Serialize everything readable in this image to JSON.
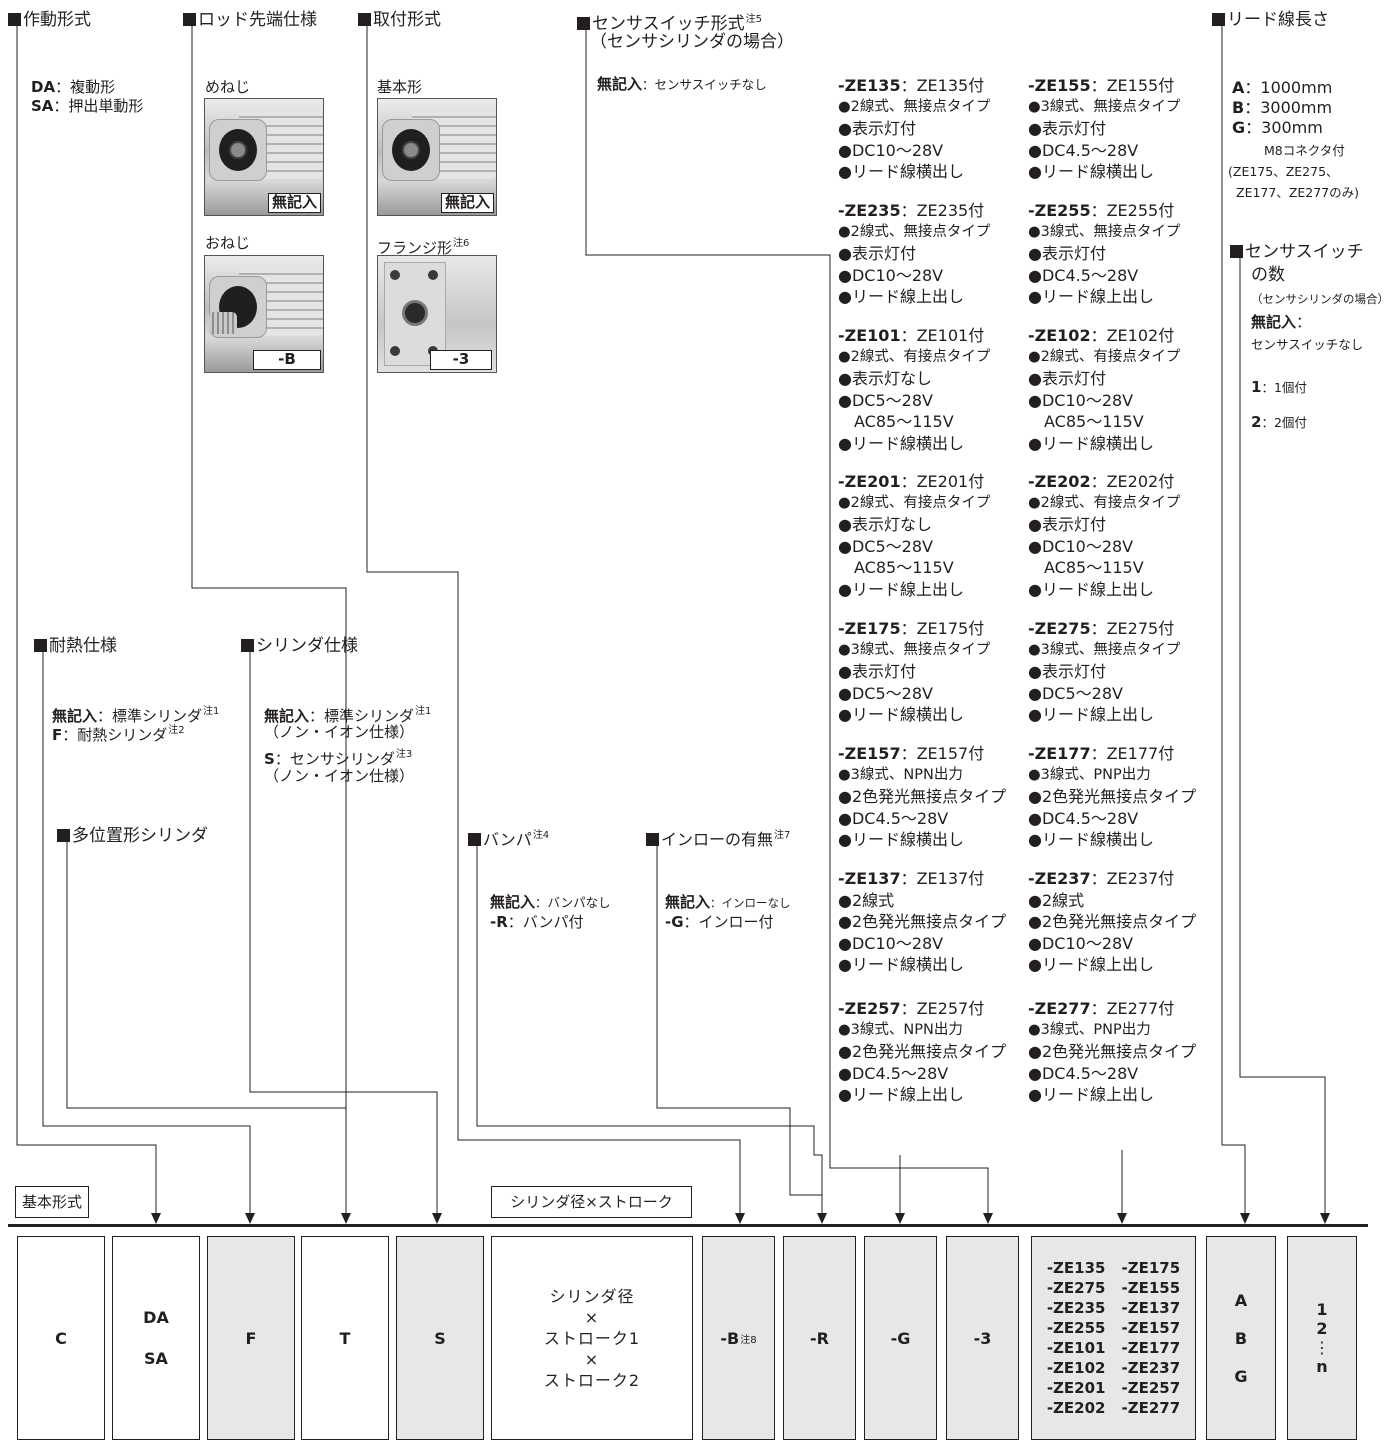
{
  "headers": {
    "action": "作動形式",
    "rod_end": "ロッド先端仕様",
    "mounting": "取付形式",
    "sensor_switch": "センサスイッチ形式",
    "sensor_switch_note": "注5",
    "sensor_switch_sub": "（センサシリンダの場合）",
    "lead_length": "リード線長さ",
    "heat": "耐熱仕様",
    "cylinder_spec": "シリンダ仕様",
    "multi_position": "多位置形シリンダ",
    "bumper": "バンパ",
    "bumper_note": "注4",
    "spigot": "インローの有無",
    "spigot_note": "注7",
    "sensor_count_1": "センサスイッチ",
    "sensor_count_2": "の数",
    "sensor_count_sub": "（センサシリンダの場合）"
  },
  "action_options": [
    {
      "code": "DA",
      "desc": "：複動形"
    },
    {
      "code": "SA",
      "desc": "：押出単動形"
    }
  ],
  "rod_end": {
    "female_label": "めねじ",
    "female_tag": "無記入",
    "male_label": "おねじ",
    "male_tag": "-B"
  },
  "mounting": {
    "basic_label": "基本形",
    "basic_tag": "無記入",
    "flange_label": "フランジ形",
    "flange_note": "注6",
    "flange_tag": "-3"
  },
  "sensor_none": {
    "code": "無記入",
    "desc": "：センサスイッチなし"
  },
  "sensor_switches": [
    {
      "code": "-ZE135",
      "name": "：ZE135付",
      "lines": [
        "●2線式、無接点タイプ",
        "●表示灯付",
        "●DC10～28V",
        "●リード線横出し"
      ]
    },
    {
      "code": "-ZE155",
      "name": "：ZE155付",
      "lines": [
        "●3線式、無接点タイプ",
        "●表示灯付",
        "●DC4.5～28V",
        "●リード線横出し"
      ]
    },
    {
      "code": "-ZE235",
      "name": "：ZE235付",
      "lines": [
        "●2線式、無接点タイプ",
        "●表示灯付",
        "●DC10～28V",
        "●リード線上出し"
      ]
    },
    {
      "code": "-ZE255",
      "name": "：ZE255付",
      "lines": [
        "●3線式、無接点タイプ",
        "●表示灯付",
        "●DC4.5～28V",
        "●リード線上出し"
      ]
    },
    {
      "code": "-ZE101",
      "name": "：ZE101付",
      "lines": [
        "●2線式、有接点タイプ",
        "●表示灯なし",
        "●DC5～28V",
        "　AC85～115V",
        "●リード線横出し"
      ]
    },
    {
      "code": "-ZE102",
      "name": "：ZE102付",
      "lines": [
        "●2線式、有接点タイプ",
        "●表示灯付",
        "●DC10～28V",
        "　AC85～115V",
        "●リード線横出し"
      ]
    },
    {
      "code": "-ZE201",
      "name": "：ZE201付",
      "lines": [
        "●2線式、有接点タイプ",
        "●表示灯なし",
        "●DC5～28V",
        "　AC85～115V",
        "●リード線上出し"
      ]
    },
    {
      "code": "-ZE202",
      "name": "：ZE202付",
      "lines": [
        "●2線式、有接点タイプ",
        "●表示灯付",
        "●DC10～28V",
        "　AC85～115V",
        "●リード線上出し"
      ]
    },
    {
      "code": "-ZE175",
      "name": "：ZE175付",
      "lines": [
        "●3線式、無接点タイプ",
        "●表示灯付",
        "●DC5～28V",
        "●リード線横出し"
      ]
    },
    {
      "code": "-ZE275",
      "name": "：ZE275付",
      "lines": [
        "●3線式、無接点タイプ",
        "●表示灯付",
        "●DC5～28V",
        "●リード線上出し"
      ]
    },
    {
      "code": "-ZE157",
      "name": "：ZE157付",
      "lines": [
        "●3線式、NPN出力",
        "●2色発光無接点タイプ",
        "●DC4.5～28V",
        "●リード線横出し"
      ]
    },
    {
      "code": "-ZE177",
      "name": "：ZE177付",
      "lines": [
        "●3線式、PNP出力",
        "●2色発光無接点タイプ",
        "●DC4.5～28V",
        "●リード線横出し"
      ]
    },
    {
      "code": "-ZE137",
      "name": "：ZE137付",
      "lines": [
        "●2線式",
        "●2色発光無接点タイプ",
        "●DC10～28V",
        "●リード線横出し"
      ]
    },
    {
      "code": "-ZE237",
      "name": "：ZE237付",
      "lines": [
        "●2線式",
        "●2色発光無接点タイプ",
        "●DC10～28V",
        "●リード線上出し"
      ]
    },
    {
      "code": "-ZE257",
      "name": "：ZE257付",
      "lines": [
        "●3線式、NPN出力",
        "●2色発光無接点タイプ",
        "●DC4.5～28V",
        "●リード線上出し"
      ]
    },
    {
      "code": "-ZE277",
      "name": "：ZE277付",
      "lines": [
        "●3線式、PNP出力",
        "●2色発光無接点タイプ",
        "●DC4.5～28V",
        "●リード線上出し"
      ]
    }
  ],
  "lead_options": [
    {
      "code": "A",
      "desc": "：1000mm"
    },
    {
      "code": "B",
      "desc": "：3000mm"
    },
    {
      "code": "G",
      "desc": "：300mm"
    }
  ],
  "lead_notes": [
    "M8コネクタ付",
    "(ZE175、ZE275、",
    "ZE177、ZE277のみ)"
  ],
  "sensor_count_options": {
    "none_code": "無記入",
    "none_colon": "：",
    "none_desc": "センサスイッチなし",
    "one_code": "1",
    "one_desc": "：1個付",
    "two_code": "2",
    "two_desc": "：2個付"
  },
  "heat_options": [
    {
      "code": "無記入",
      "desc": "：標準シリンダ",
      "note": "注1"
    },
    {
      "code": "F",
      "desc": "：耐熱シリンダ",
      "note": "注2"
    }
  ],
  "cylinder_spec_options": {
    "none_code": "無記入",
    "none_desc": "：標準シリンダ",
    "none_note": "注1",
    "none_sub": "（ノン・イオン仕様）",
    "s_code": "S",
    "s_desc": "：センサシリンダ",
    "s_note": "注3",
    "s_sub": "（ノン・イオン仕様）"
  },
  "bumper_options": [
    {
      "code": "無記入",
      "desc": "：バンパなし"
    },
    {
      "code": "-R",
      "desc": "：バンパ付"
    }
  ],
  "spigot_options": [
    {
      "code": "無記入",
      "desc": "：インローなし"
    },
    {
      "code": "-G",
      "desc": "：インロー付"
    }
  ],
  "labels": {
    "basic_model": "基本形式",
    "bore_stroke": "シリンダ径×ストローク"
  },
  "code_boxes": {
    "c": "C",
    "da": "DA",
    "sa": "SA",
    "f": "F",
    "t": "T",
    "s": "S",
    "bore_1": "シリンダ径",
    "bore_x1": "×",
    "bore_2": "ストローク1",
    "bore_x2": "×",
    "bore_3": "ストローク2",
    "b": "-B",
    "b_note": "注8",
    "r": "-R",
    "g": "-G",
    "three": "-3",
    "ze_codes": [
      "-ZE135",
      "-ZE175",
      "-ZE275",
      "-ZE155",
      "-ZE235",
      "-ZE137",
      "-ZE255",
      "-ZE157",
      "-ZE101",
      "-ZE177",
      "-ZE102",
      "-ZE237",
      "-ZE201",
      "-ZE257",
      "-ZE202",
      "-ZE277"
    ],
    "lead_a": "A",
    "lead_b": "B",
    "lead_g": "G",
    "n1": "1",
    "n2": "2",
    "ndots": "⋮",
    "nn": "n"
  }
}
